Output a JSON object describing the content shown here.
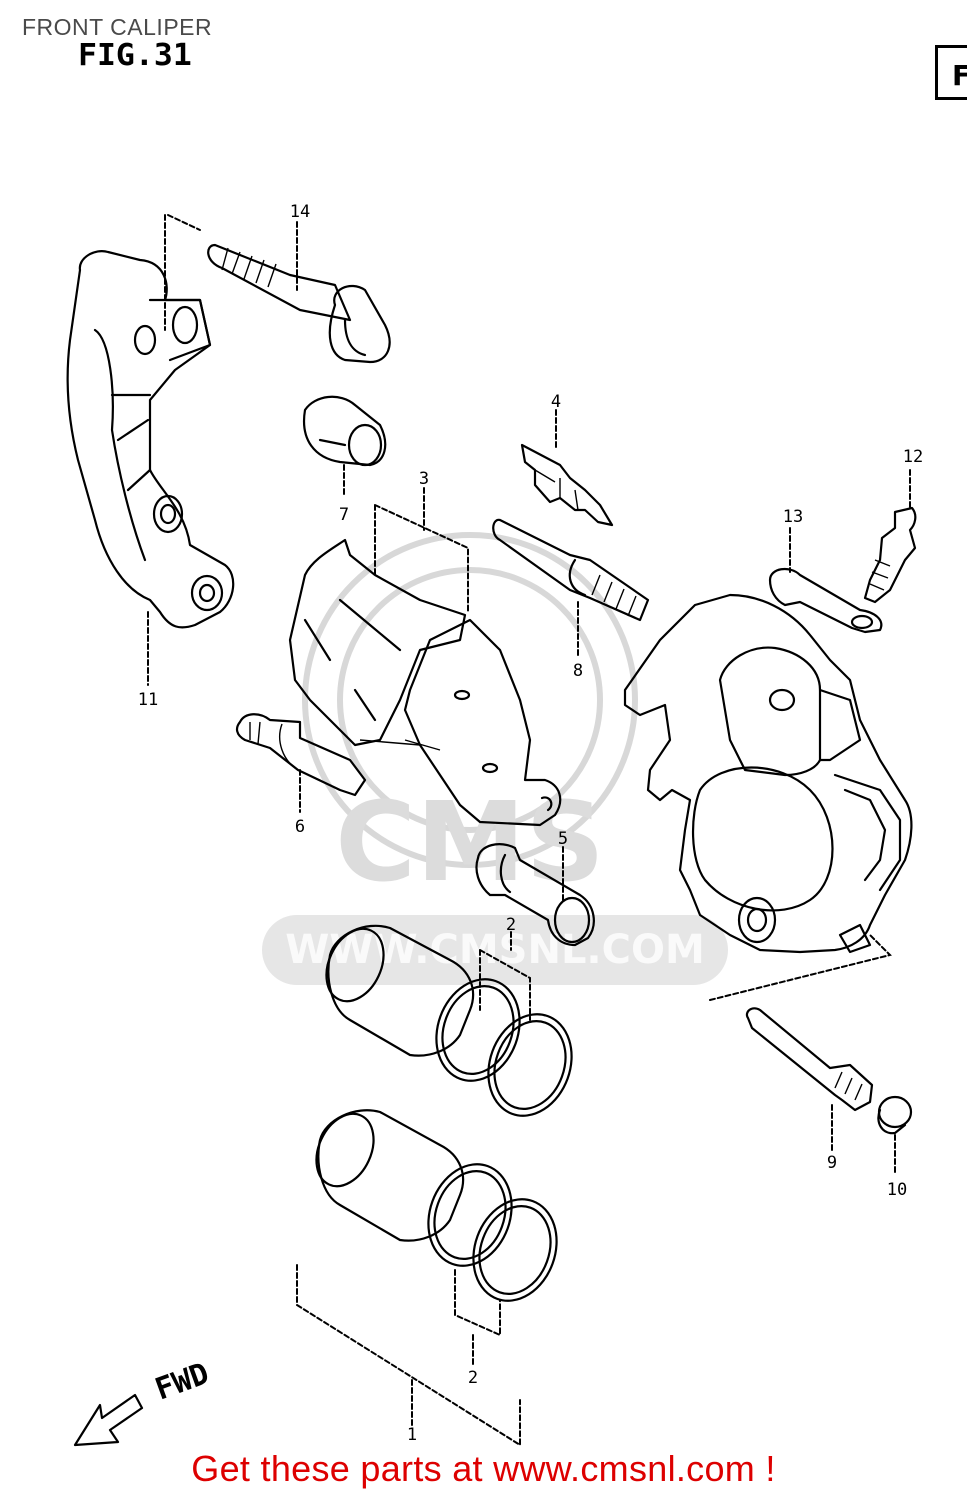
{
  "header": {
    "title": "FRONT CALIPER",
    "figure": "FIG.31",
    "corner_letter": "F"
  },
  "direction_label": "FWD",
  "watermark": {
    "brand": "CMS",
    "url": "WWW.CMSNL.COM"
  },
  "callouts": [
    "1",
    "2",
    "2",
    "3",
    "4",
    "5",
    "6",
    "7",
    "8",
    "9",
    "10",
    "11",
    "12",
    "13",
    "14"
  ],
  "footer": {
    "text": "Get these parts at www.cmsnl.com !"
  }
}
